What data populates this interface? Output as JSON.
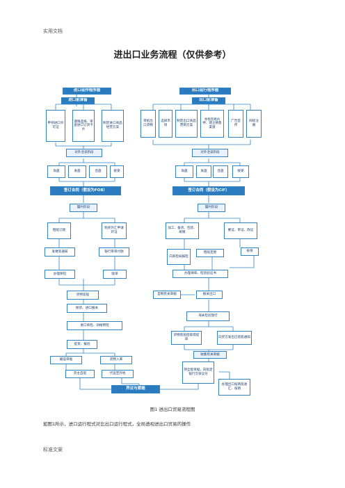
{
  "page": {
    "header": "实用文档",
    "title": "进出口业务流程（仅供参考）",
    "caption": "图1  进出口贸易流程图",
    "body_text": "如图1所示，进口运行程式对比出口运行程式，全局透视进出口贸易的操作",
    "footer": "标准文案"
  },
  "import": {
    "title": "进口运作程序图",
    "prep": "进口前准备",
    "prep_items": [
      "申领进口许可证",
      "谨慎选择、审查进口订货卡片",
      "制定进口商品经营方案"
    ],
    "negotiation": "对外洽谈阶段",
    "neg_steps": [
      "询盘",
      "发盘",
      "还盘",
      "接受"
    ],
    "contract": "签订合同（假设为FOB）",
    "perform": "履约阶段",
    "left_branch": [
      "租船订舱",
      "发催装通知",
      "办理保险"
    ],
    "right_branch": [
      "购买外汇申请开证",
      "银行审单付款",
      "赎单"
    ],
    "flow": [
      "货物装船",
      "接货、进口报关",
      "进口商检、动植物检",
      "提货、报验"
    ],
    "final_left": [
      "输运单据",
      "货主自提"
    ],
    "final_right": [
      "货物入库",
      "代运至外地"
    ],
    "end": "异议与索赔"
  },
  "export": {
    "title": "出口运行程序图",
    "prep": "出口前准备",
    "prep_items": [
      "审批出口货物",
      "选择市场",
      "制定出口商品营销方案",
      "寻找贸易伙伴、建立销售渠道",
      "广告宣传",
      "商标注册"
    ],
    "negotiation": "对外洽谈阶段",
    "neg_steps": [
      "询盘",
      "发盘",
      "还盘",
      "接受"
    ],
    "contract": "签订合同（假设为CIF）",
    "perform": "履约阶段",
    "prep_goods": "加工、备货、包装、刷唛",
    "cert": "催证、审证、改证",
    "inspect": "向商检局报检",
    "charter": "租船定舱",
    "insure": "投保",
    "doc": "办理保单、检验验证书",
    "customs_doc": "自制有关单据",
    "customs": "报关出口",
    "ship": "海关检验放行",
    "bill": "货物装船后取得提单",
    "notify": "向买方发出已装船通知",
    "collect": "收集有关单据",
    "settle": "持全套单据，向指定银行交单议付",
    "verify": "办理出口核销及收汇、核销"
  }
}
